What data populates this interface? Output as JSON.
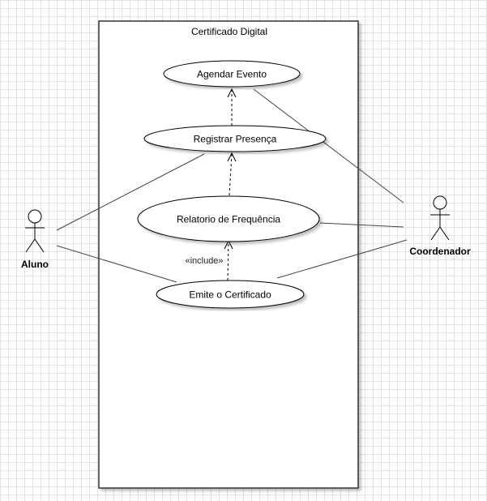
{
  "system": {
    "title": "Certificado Digital"
  },
  "use_cases": {
    "agendar": "Agendar Evento",
    "registrar": "Registrar Presença",
    "relatorio": "Relatorio de Frequência",
    "emite": "Emite o Certificado"
  },
  "actors": {
    "aluno": "Aluno",
    "coordenador": "Coordenador"
  },
  "relations": {
    "include_label": "«include»"
  }
}
